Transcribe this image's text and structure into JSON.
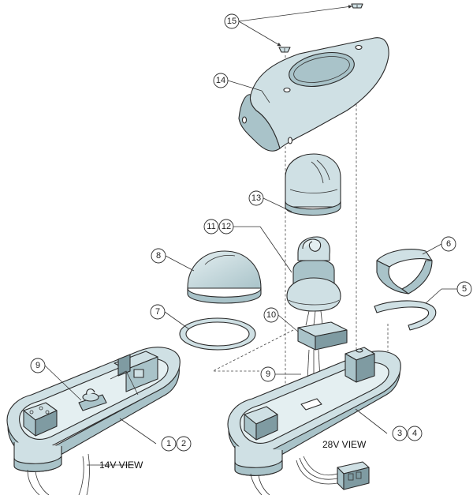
{
  "colors": {
    "part_fill": "#cfe0e4",
    "part_shade": "#a9c3c9",
    "part_dark": "#7f9ba2",
    "line": "#2a2a2a",
    "background": "#ffffff"
  },
  "labels": {
    "view_14v": "14V VIEW",
    "view_28v": "28V VIEW"
  },
  "callouts": [
    "15",
    "14",
    "13",
    "11",
    "12",
    "8",
    "6",
    "5",
    "7",
    "10",
    "9",
    "9",
    "1",
    "2",
    "3",
    "4"
  ]
}
